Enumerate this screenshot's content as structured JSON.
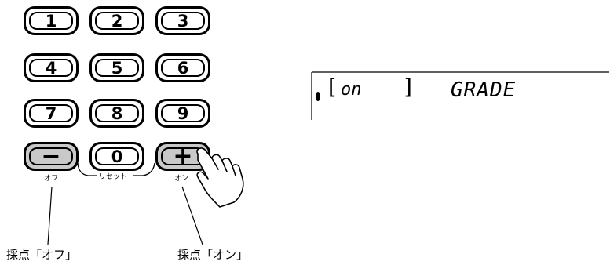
{
  "keypad": {
    "keys": [
      {
        "label": "1"
      },
      {
        "label": "2"
      },
      {
        "label": "3"
      },
      {
        "label": "4"
      },
      {
        "label": "5"
      },
      {
        "label": "6"
      },
      {
        "label": "7"
      },
      {
        "label": "8"
      },
      {
        "label": "9"
      },
      {
        "label": "−"
      },
      {
        "label": "0"
      },
      {
        "label": "+"
      }
    ],
    "labels": {
      "off": "オフ",
      "reset": "リセット",
      "on": "オン"
    }
  },
  "captions": {
    "scoring_off": "採点「オフ」",
    "scoring_on": "採点「オン」"
  },
  "display": {
    "value": "on",
    "mode": "GRADE",
    "bracket_open": "[",
    "bracket_close": "]"
  }
}
